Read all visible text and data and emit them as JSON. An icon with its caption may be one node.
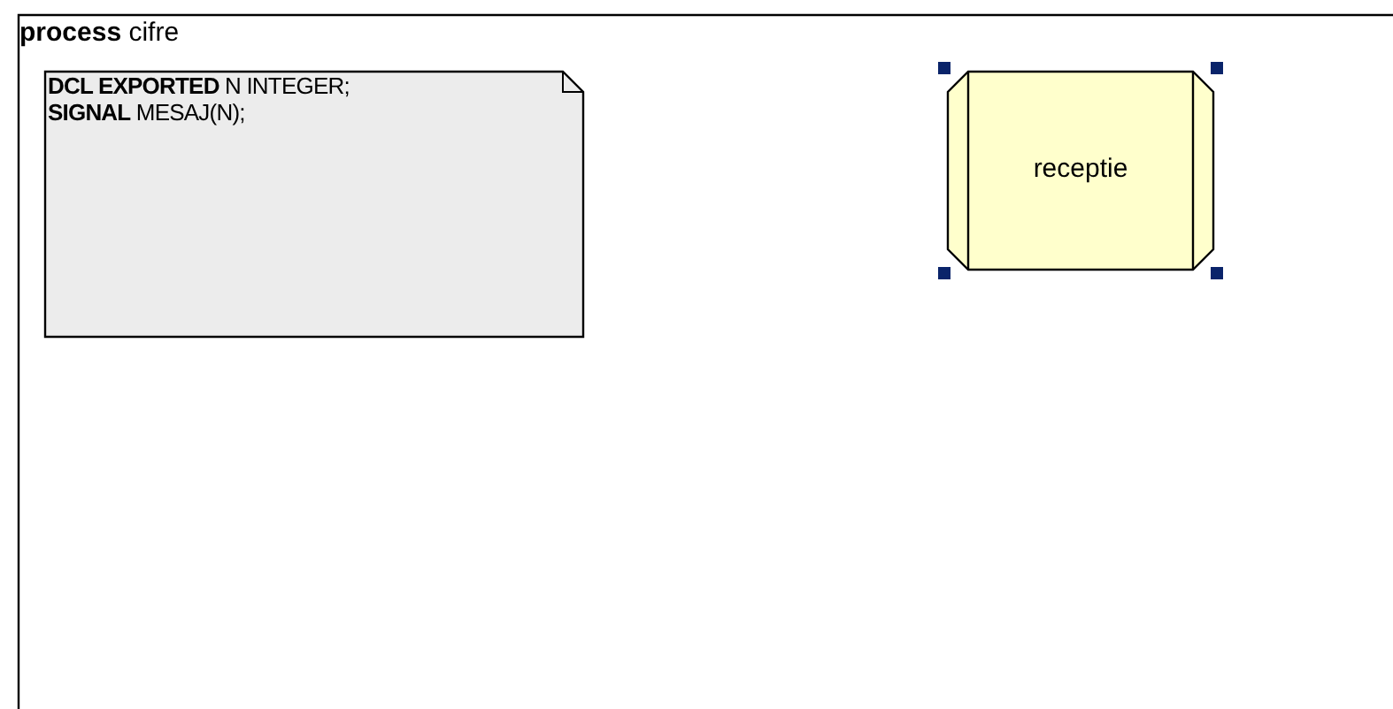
{
  "diagram": {
    "nodes": [
      {
        "text": [
          "**process** cifre"
        ]
      },
      {
        "text": [
          "**DCL EXPORTED** N INTEGER;",
          "**SIGNAL** MESAJ(N);"
        ],
        "in": 0
      },
      {
        "text": [
          "receptie"
        ],
        "in": 0
      }
    ]
  }
}
